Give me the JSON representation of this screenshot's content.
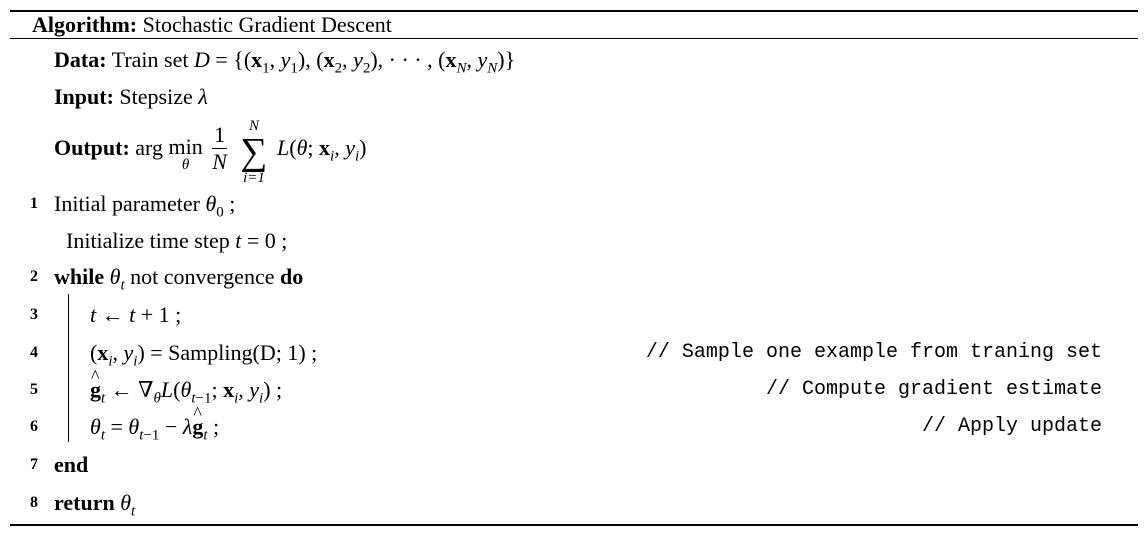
{
  "algorithm": {
    "title_label": "Algorithm:",
    "title_text": "Stochastic Gradient Descent"
  },
  "header": {
    "data_label": "Data:",
    "data_text": "Train set D = {(x1, y1), (x2, y2), ··· , (xN, yN)}",
    "input_label": "Input:",
    "input_text": "Stepsize λ",
    "output_label": "Output:",
    "output_text": "arg min_θ (1/N) Σ_{i=1}^{N} L(θ; xi, yi)"
  },
  "lines": [
    {
      "number": "1",
      "text": "Initial parameter θ0 ;"
    },
    {
      "number": "",
      "text": "Initialize time step t = 0 ;"
    },
    {
      "number": "2",
      "text": "while θt not convergence do"
    },
    {
      "number": "3",
      "text": "t ← t + 1 ;"
    },
    {
      "number": "4",
      "text": "(xi, yi) = Sampling(D; 1) ;",
      "comment": "// Sample one example from traning set"
    },
    {
      "number": "5",
      "text": "ĝt ← ∇θL(θt−1; xi, yi) ;",
      "comment": "// Compute gradient estimate"
    },
    {
      "number": "6",
      "text": "θt = θt−1 − λĝt ;",
      "comment": "// Apply update"
    },
    {
      "number": "7",
      "text": "end"
    },
    {
      "number": "8",
      "text": "return θt"
    }
  ]
}
